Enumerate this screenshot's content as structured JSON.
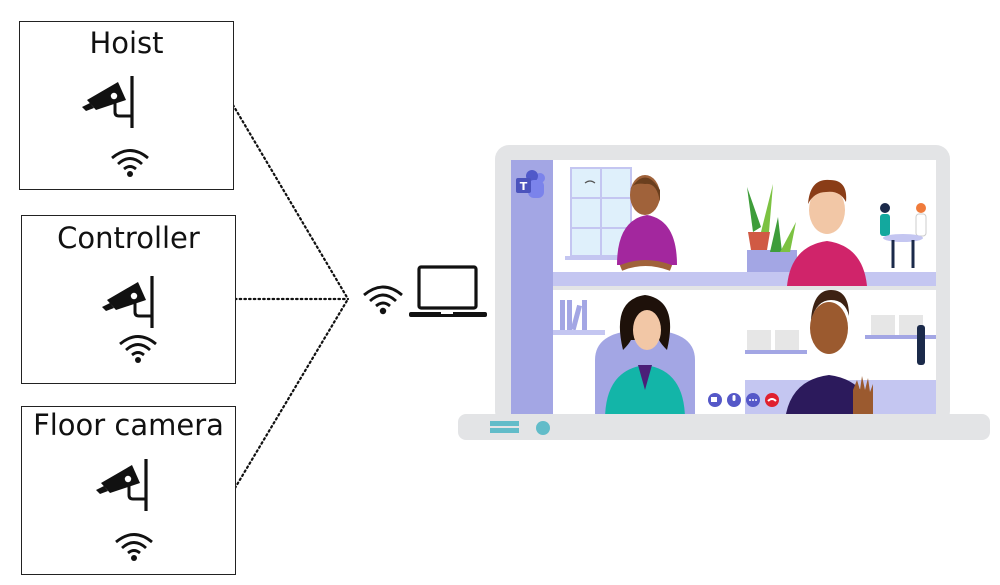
{
  "diagram": {
    "devices": [
      {
        "label": "Hoist",
        "icons": [
          "security-camera-icon",
          "wifi-icon"
        ]
      },
      {
        "label": "Controller",
        "icons": [
          "security-camera-icon",
          "wifi-icon"
        ]
      },
      {
        "label": "Floor camera",
        "icons": [
          "security-camera-icon",
          "wifi-icon"
        ]
      }
    ],
    "hub": {
      "icons": [
        "wifi-icon",
        "laptop-icon"
      ]
    },
    "connection_style": "dotted",
    "meeting_app": {
      "icons": [
        "teams-logo-icon",
        "video-camera-icon",
        "microphone-icon",
        "more-icon",
        "hang-up-icon"
      ],
      "participants": 4
    },
    "colors": {
      "line": "#111111",
      "sidebar": "#a3a6e4",
      "frame": "#e3e4e6",
      "accent_teal": "#62bcc9",
      "hangup_red": "#e0202f",
      "control_blue": "#5558c8"
    }
  }
}
